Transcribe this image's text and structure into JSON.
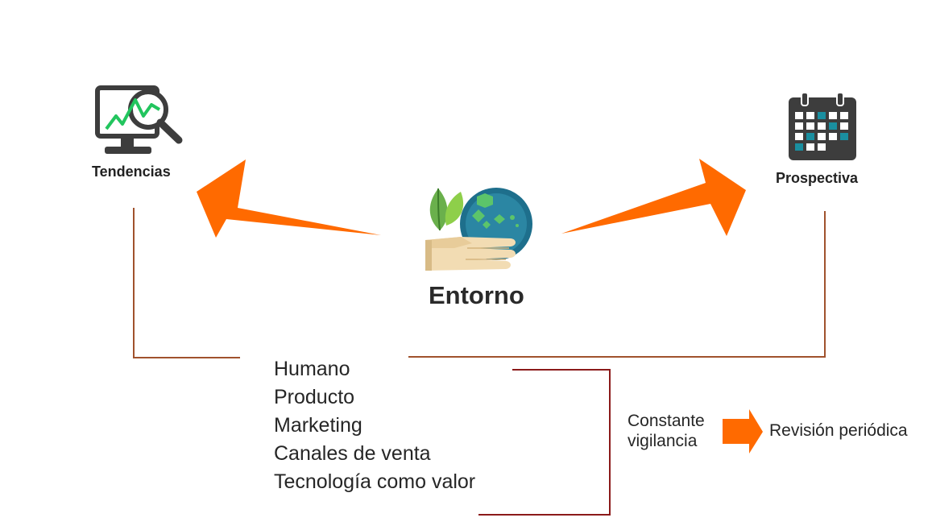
{
  "nodes": {
    "tendencias": "Tendencias",
    "prospectiva": "Prospectiva",
    "entorno": "Entorno"
  },
  "factors": [
    "Humano",
    "Producto",
    "Marketing",
    "Canales de venta",
    "Tecnología como valor"
  ],
  "process": {
    "start_line1": "Constante",
    "start_line2": "vigilancia",
    "end": "Revisión periódica"
  },
  "icons": {
    "tendencias": "monitor-magnifier-chart-icon",
    "prospectiva": "calendar-icon",
    "entorno": "hand-leaf-globe-icon"
  },
  "colors": {
    "arrow": "#ff6a00",
    "connector": "#a0522d",
    "bracket": "#8b1a1a",
    "icon_dark": "#3d3d3d",
    "icon_teal": "#1a8fa0",
    "icon_green": "#22c55e"
  }
}
